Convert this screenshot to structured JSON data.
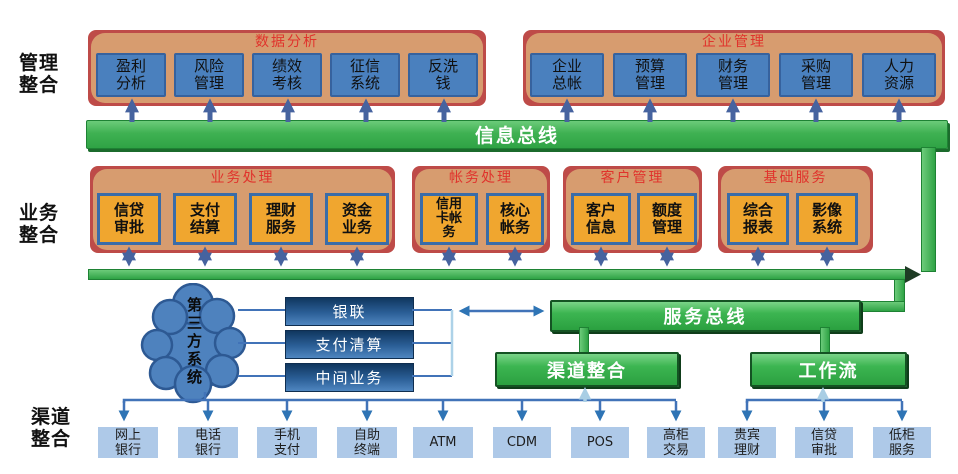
{
  "side_labels": {
    "management": "管理\n整合",
    "business": "业务\n整合",
    "channel": "渠道\n整合"
  },
  "top_groups": [
    {
      "title": "数据分析",
      "items": [
        "盈利\n分析",
        "风险\n管理",
        "绩效\n考核",
        "征信\n系统",
        "反洗\n钱"
      ]
    },
    {
      "title": "企业管理",
      "items": [
        "企业\n总帐",
        "预算\n管理",
        "财务\n管理",
        "采购\n管理",
        "人力\n资源"
      ]
    }
  ],
  "info_bus": "信息总线",
  "mid_groups": [
    {
      "title": "业务处理",
      "items": [
        "信贷\n审批",
        "支付\n结算",
        "理财\n服务",
        "资金\n业务"
      ]
    },
    {
      "title": "帐务处理",
      "items": [
        "信用\n卡帐\n务",
        "核心\n帐务"
      ]
    },
    {
      "title": "客户管理",
      "items": [
        "客户\n信息",
        "额度\n管理"
      ]
    },
    {
      "title": "基础服务",
      "items": [
        "综合\n报表",
        "影像\n系统"
      ]
    }
  ],
  "cloud_label": "第三方系统",
  "third_party_boxes": [
    "银联",
    "支付清算",
    "中间业务"
  ],
  "service_bus": "服务总线",
  "channel_bar": "渠道整合",
  "workflow_bar": "工作流",
  "channel_boxes": [
    "网上\n银行",
    "电话\n银行",
    "手机\n支付",
    "自助\n终端",
    "ATM",
    "CDM",
    "POS",
    "高柜\n交易"
  ],
  "workflow_boxes": [
    "贵宾\n理财",
    "信贷\n审批",
    "低柜\n服务"
  ],
  "colors": {
    "bus_green": "#3BAF4E",
    "group_red": "#BE4B48",
    "group_tan": "#D79C6F",
    "group_title_red": "#E0332C",
    "module_blue": "#4A80BE",
    "module_yellow": "#F0A62F",
    "module_navy": "#1F4E79",
    "channel_lightblue": "#AEC9E8",
    "arrow_slate": "#46639F",
    "line_blue": "#2E74B5",
    "line_lightblue": "#A9CEE4"
  }
}
